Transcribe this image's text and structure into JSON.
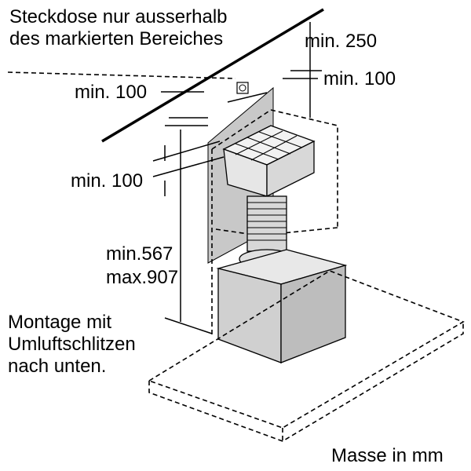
{
  "labels": {
    "socket_line1": "Steckdose nur ausserhalb",
    "socket_line2": "des markierten Bereiches",
    "min_250": "min. 250",
    "min_100_top_right": "min. 100",
    "min_100_top_left": "min. 100",
    "min_100_left": "min. 100",
    "height_min": "min.567",
    "height_max": "max.907",
    "mount_line1": "Montage mit",
    "mount_line2": "Umluftschlitzen",
    "mount_line3": "nach unten.",
    "units": "Masse in mm"
  },
  "colors": {
    "marked_area": "#c8c8c8",
    "filter": "#e6e6e6",
    "hood": "#d0d0d0"
  }
}
